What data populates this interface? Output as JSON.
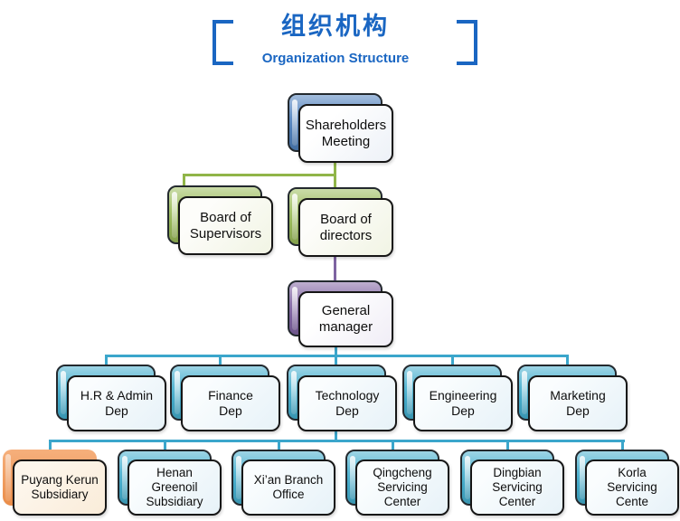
{
  "header": {
    "title_zh": "组织机构",
    "title_en": "Organization Structure"
  },
  "nodes": [
    {
      "id": "shareholders-meeting",
      "label": "Shareholders\nMeeting",
      "color": "blue"
    },
    {
      "id": "board-of-supervisors",
      "label": "Board of\nSupervisors",
      "color": "green"
    },
    {
      "id": "board-of-directors",
      "label": "Board of\ndirectors",
      "color": "green"
    },
    {
      "id": "general-manager",
      "label": "General\nmanager",
      "color": "purple"
    },
    {
      "id": "hr-admin-dep",
      "label": "H.R & Admin\nDep",
      "color": "teal"
    },
    {
      "id": "finance-dep",
      "label": "Finance\nDep",
      "color": "teal"
    },
    {
      "id": "technology-dep",
      "label": "Technology\nDep",
      "color": "teal"
    },
    {
      "id": "engineering-dep",
      "label": "Engineering\nDep",
      "color": "teal"
    },
    {
      "id": "marketing-dep",
      "label": "Marketing\nDep",
      "color": "teal"
    },
    {
      "id": "puyang-kerun-subsidiary",
      "label": "Puyang Kerun\nSubsidiary",
      "color": "orange"
    },
    {
      "id": "henan-greenoil-subsidiary",
      "label": "Henan\nGreenoil\nSubsidiary",
      "color": "teal"
    },
    {
      "id": "xian-branch-office",
      "label": "Xi’an Branch\nOffice",
      "color": "teal"
    },
    {
      "id": "qingcheng-servicing-center",
      "label": "Qingcheng\nServicing\nCenter",
      "color": "teal"
    },
    {
      "id": "dingbian-servicing-center",
      "label": "Dingbian\nServicing\nCenter",
      "color": "teal"
    },
    {
      "id": "korla-servicing-center",
      "label": "Korla\nServicing\nCente",
      "color": "teal"
    }
  ],
  "levels": [
    [
      "shareholders-meeting"
    ],
    [
      "board-of-supervisors",
      "board-of-directors"
    ],
    [
      "general-manager"
    ],
    [
      "hr-admin-dep",
      "finance-dep",
      "technology-dep",
      "engineering-dep",
      "marketing-dep"
    ],
    [
      "puyang-kerun-subsidiary",
      "henan-greenoil-subsidiary",
      "xian-branch-office",
      "qingcheng-servicing-center",
      "dingbian-servicing-center",
      "korla-servicing-center"
    ]
  ],
  "palette": {
    "title_blue": "#1a66c2",
    "node_blue": "#4f81bd",
    "node_green": "#9abb59",
    "node_purple": "#8064a2",
    "node_teal": "#44aece",
    "node_orange": "#f2914a",
    "line_green": "#90b548",
    "line_purple": "#7e63a1",
    "line_teal": "#3ba6cb"
  }
}
